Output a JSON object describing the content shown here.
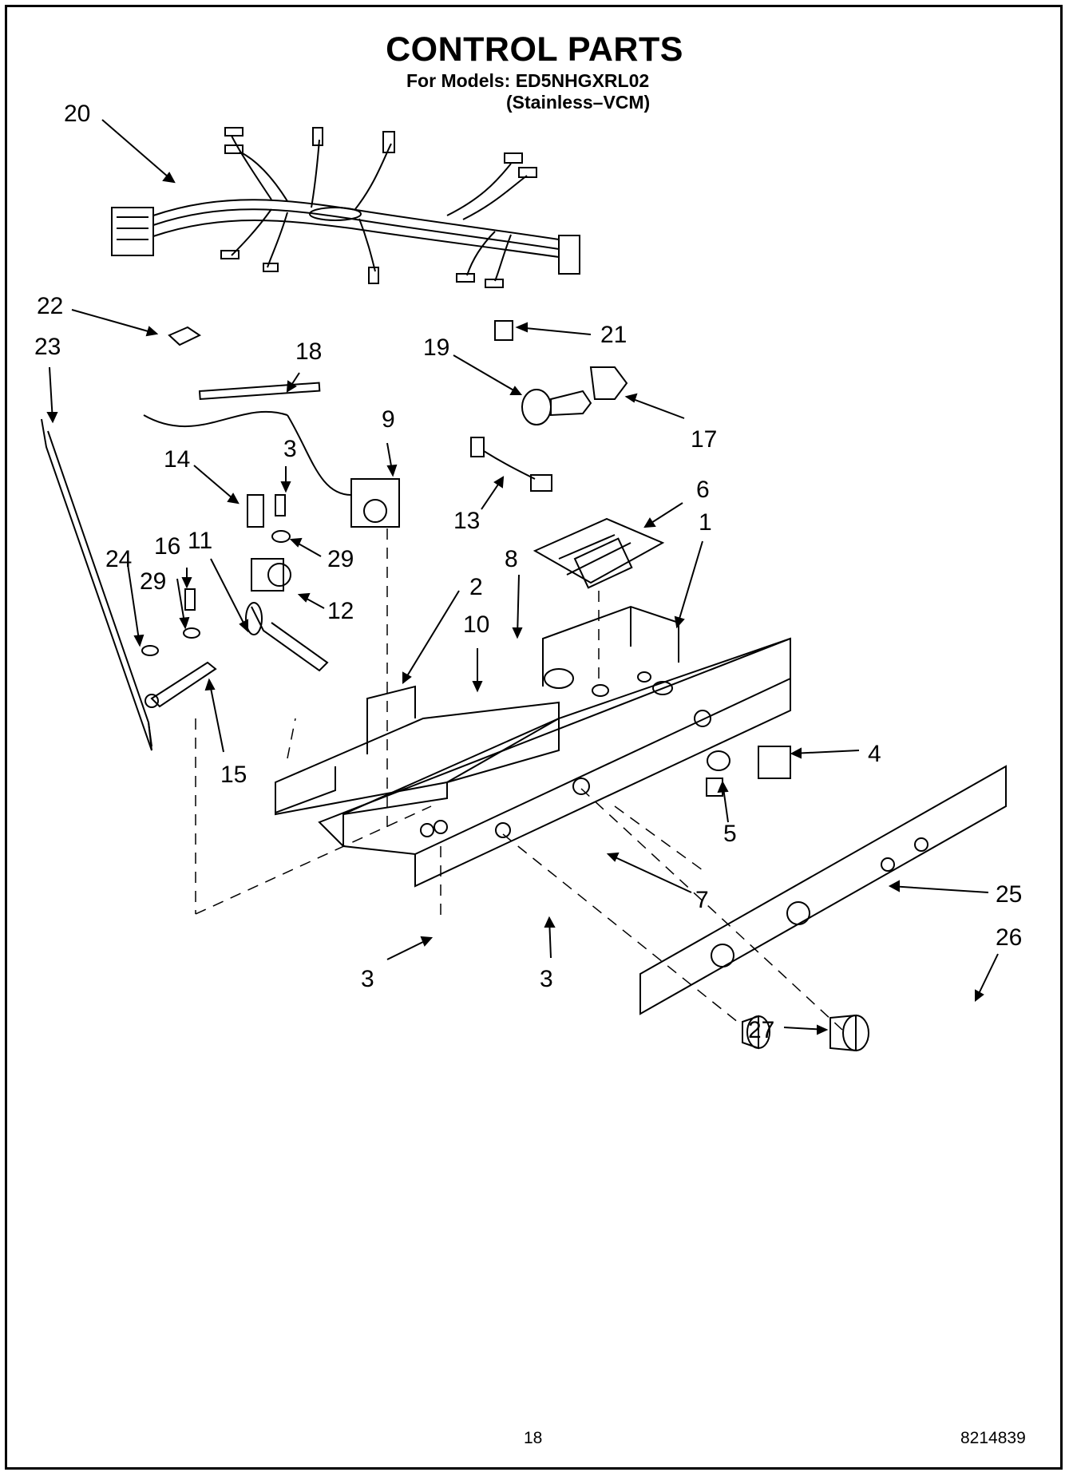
{
  "title": "CONTROL PARTS",
  "models_line": "For Models: ED5NHGXRL02",
  "variant_line": "(Stainless–VCM)",
  "page_number": "18",
  "document_number": "8214839",
  "callouts": [
    "20",
    "22",
    "21",
    "23",
    "18",
    "19",
    "17",
    "3",
    "9",
    "14",
    "13",
    "6",
    "16",
    "11",
    "1",
    "24",
    "29",
    "29",
    "12",
    "8",
    "2",
    "10",
    "4",
    "15",
    "5",
    "7",
    "25",
    "3",
    "3",
    "26",
    "27"
  ]
}
